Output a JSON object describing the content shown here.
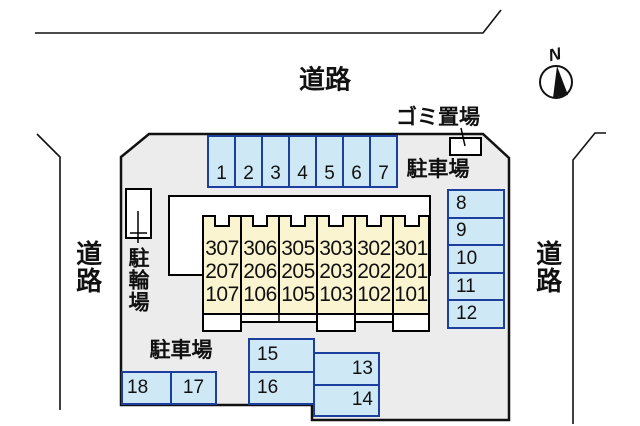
{
  "compass": {
    "north_label": "N"
  },
  "roads": {
    "top": "道路",
    "left": "道路",
    "right": "道路"
  },
  "areas": {
    "parking_label_top": "駐車場",
    "parking_label_bottom": "駐車場",
    "garbage_label": "ゴミ置場",
    "bicycle_label": "駐輪場"
  },
  "parking_stalls": {
    "top_row": [
      "1",
      "2",
      "3",
      "4",
      "5",
      "6",
      "7"
    ],
    "right_column": [
      "8",
      "9",
      "10",
      "11",
      "12"
    ],
    "middle_left_block": [
      "15",
      "16"
    ],
    "middle_right_block": [
      "13",
      "14"
    ],
    "bottom_left_block": [
      "18",
      "17"
    ]
  },
  "building": {
    "units": [
      {
        "rooms": [
          "307",
          "207",
          "107"
        ]
      },
      {
        "rooms": [
          "306",
          "206",
          "106"
        ]
      },
      {
        "rooms": [
          "305",
          "205",
          "105"
        ]
      },
      {
        "rooms": [
          "303",
          "203",
          "103"
        ]
      },
      {
        "rooms": [
          "302",
          "202",
          "102"
        ]
      },
      {
        "rooms": [
          "301",
          "201",
          "101"
        ]
      }
    ]
  },
  "colors": {
    "site-fill": "#ececec",
    "outline": "#111111",
    "stall-fill": "#cfe8f6",
    "stall-border": "#1c3f9e",
    "building-fill": "#faf4d0",
    "building-border": "#000000",
    "text": "#111111"
  }
}
